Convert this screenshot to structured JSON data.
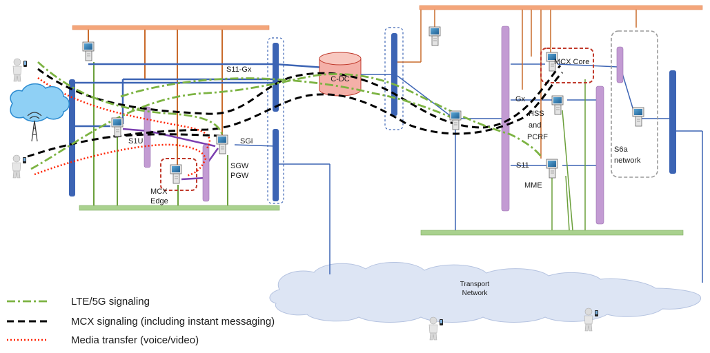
{
  "labels": {
    "s11_gx": "S11-Gx",
    "cdc": "C-DC",
    "s1u": "S1U",
    "sgi": "SGi",
    "sgw": "SGW",
    "pgw": "PGW",
    "mcx_edge_1": "MCX",
    "mcx_edge_2": "Edge",
    "mcx_core": "MCX Core",
    "gx": "Gx",
    "hss_1": "HSS",
    "hss_2": "and",
    "hss_3": "PCRF",
    "s11": "S11",
    "mme": "MME",
    "s6a_1": "S6a",
    "s6a_2": "network",
    "transport_1": "Transport",
    "transport_2": "Network"
  },
  "legend": [
    {
      "label": "LTE/5G signaling",
      "color": "#7cb342",
      "style": "dash-dot"
    },
    {
      "label": "MCX signaling (including instant messaging)",
      "color": "#000000",
      "style": "dashed"
    },
    {
      "label": "Media transfer (voice/video)",
      "color": "#ff2200",
      "style": "dotted"
    }
  ],
  "colors": {
    "orange_bus": "#f4a57a",
    "green_bus": "#a9d18e",
    "blue_bus": "#3c64b4",
    "purple_bus": "#c39bd3",
    "cdc_fill": "#f4b0a8",
    "mcx_box": "#c0392b",
    "cloud": "#dde5f4"
  },
  "icons": [
    "router-icon",
    "phone-user-icon",
    "cell-tower-icon",
    "cloud-icon",
    "database-icon"
  ]
}
